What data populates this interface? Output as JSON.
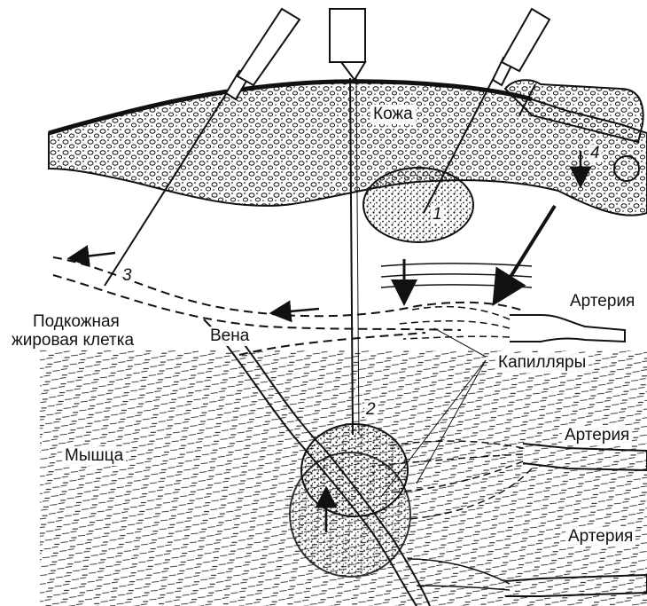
{
  "labels": {
    "skin": "Кожа",
    "subcutaneous_line1": "Подкожная",
    "subcutaneous_line2": "жировая клетка",
    "vein": "Вена",
    "artery_top": "Артерия",
    "capillaries": "Капилляры",
    "artery_mid": "Артерия",
    "artery_bottom": "Артерия",
    "muscle": "Мышца"
  },
  "injection_markers": [
    "1",
    "2",
    "3",
    "4"
  ],
  "colors": {
    "ink": "#111111",
    "background": "#ffffff"
  }
}
